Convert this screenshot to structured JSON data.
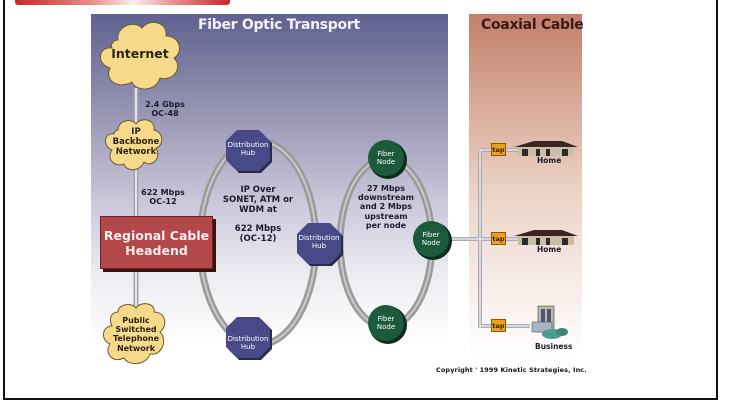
{
  "diagram": {
    "sections": {
      "fiber_title": "Fiber Optic Transport",
      "coax_title": "Coaxial Cable"
    },
    "clouds": {
      "internet": "Internet",
      "ip_backbone": [
        "IP",
        "Backbone",
        "Network"
      ],
      "pstn": [
        "Public",
        "Switched",
        "Telephone",
        "Network"
      ]
    },
    "links": {
      "internet_to_backbone": [
        "2.4 Gbps",
        "OC-48"
      ],
      "backbone_to_headend": [
        "622 Mbps",
        "OC-12"
      ]
    },
    "headend": [
      "Regional Cable",
      "Headend"
    ],
    "distribution_hubs": {
      "top": [
        "Distribution",
        "Hub"
      ],
      "middle": [
        "Distribution",
        "Hub"
      ],
      "bottom": [
        "Distribution",
        "Hub"
      ]
    },
    "ring_description": {
      "line1": "IP Over",
      "line2": "SONET, ATM or",
      "line3": "WDM at",
      "line4": "622 Mbps",
      "line5": "(OC-12)"
    },
    "fiber_nodes": {
      "top": [
        "Fiber",
        "Node"
      ],
      "right": [
        "Fiber",
        "Node"
      ],
      "bottom": [
        "Fiber",
        "Node"
      ]
    },
    "node_ring_description": [
      "27 Mbps",
      "downstream",
      "and 2 Mbps",
      "upstream",
      "per node"
    ],
    "taps": [
      "tap",
      "tap",
      "tap"
    ],
    "endpoints": [
      "Home",
      "Home",
      "Business"
    ],
    "copyright": "Copyright ' 1999 Kinetic Strategies, Inc.",
    "colors": {
      "fiber_panel_top": "#5f6190",
      "coax_panel_top": "#c27f6c",
      "cloud_fill": "#f7d98c",
      "hub_fill": "#474a86",
      "node_fill": "#1c5a3c",
      "headend_fill": "#b2484a",
      "tap_fill": "#eba01e",
      "banner_red": "#c8262a"
    }
  }
}
